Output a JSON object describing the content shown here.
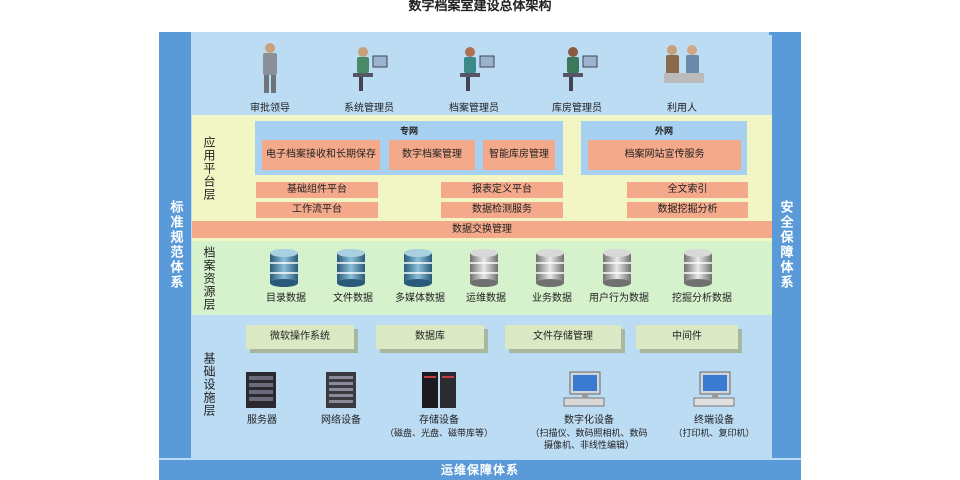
{
  "title": "数字档案室建设总体架构",
  "side_left": "标准规范体系",
  "side_right": "安全保障体系",
  "bottom": "运维保障体系",
  "layers": {
    "app": "应用平台层",
    "resource": "档案资源层",
    "infra": "基础设施层"
  },
  "users": [
    "审批领导",
    "系统管理员",
    "档案管理员",
    "库房管理员",
    "利用人"
  ],
  "app": {
    "private_net": {
      "title": "专网",
      "items": [
        "电子档案接收和长期保存",
        "数字档案管理",
        "智能库房管理"
      ]
    },
    "public_net": {
      "title": "外网",
      "items": [
        "档案网站宣传服务"
      ]
    },
    "platforms": [
      "基础组件平台",
      "工作流平台",
      "报表定义平台",
      "数据检测服务",
      "全文索引",
      "数据挖掘分析"
    ],
    "exchange": "数据交换管理"
  },
  "resources": [
    "目录数据",
    "文件数据",
    "多媒体数据",
    "运维数据",
    "业务数据",
    "用户行为数据",
    "挖掘分析数据"
  ],
  "infra": {
    "software": [
      "微软操作系统",
      "数据库",
      "文件存储管理",
      "中间件"
    ],
    "hardware": [
      {
        "name": "服务器",
        "note": ""
      },
      {
        "name": "网络设备",
        "note": ""
      },
      {
        "name": "存储设备",
        "note": "（磁盘、光盘、磁带库等）"
      },
      {
        "name": "数字化设备",
        "note": "（扫描仪、数码照相机、数码",
        "note2": "摄像机、非线性编辑）"
      },
      {
        "name": "终端设备",
        "note": "（打印机、复印机）"
      }
    ]
  },
  "colors": {
    "frame": "#bcdcf4",
    "side": "#5a9ad8",
    "app_band": "#f2f6c4",
    "resource_band": "#d6f2cc",
    "salmon": "#f4a98a",
    "infra_box": "#dbe8c4"
  }
}
